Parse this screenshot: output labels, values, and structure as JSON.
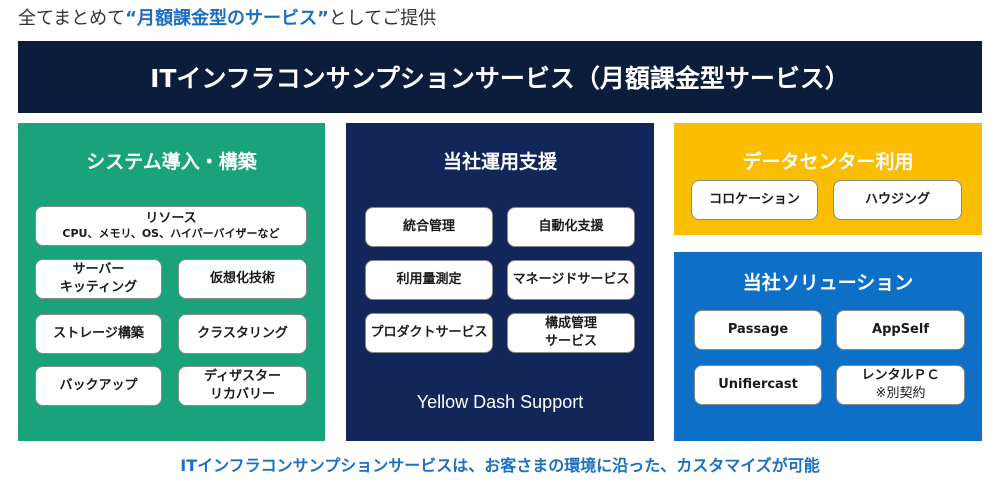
{
  "intro": {
    "prefix": "全てまとめて",
    "highlight": "“月額課金型のサービス”",
    "suffix": "としてご提供"
  },
  "banner": {
    "title": "ITインフラコンサンプションサービス（月額課金型サービス）"
  },
  "colors": {
    "navy": "#0c1c3c",
    "green": "#1aa37b",
    "dark_blue": "#13265a",
    "yellow": "#fbbd00",
    "blue": "#0d6fc6",
    "accent_text": "#1a6fc4"
  },
  "panels": {
    "system": {
      "title": "システム導入・構築",
      "resource": {
        "label": "リソース",
        "sub": "CPU、メモリ、OS、ハイパーバイザーなど"
      },
      "server_kitting": {
        "line1": "サーバー",
        "line2": "キッティング"
      },
      "virtualization": "仮想化技術",
      "storage": "ストレージ構築",
      "clustering": "クラスタリング",
      "backup": "バックアップ",
      "disaster": {
        "line1": "ディザスター",
        "line2": "リカバリー"
      }
    },
    "ops": {
      "title": "当社運用支援",
      "integrated": "統合管理",
      "automation": "自動化支援",
      "usage": "利用量測定",
      "managed": "マネージドサービス",
      "product": "プロダクトサービス",
      "config": {
        "line1": "構成管理",
        "line2": "サービス"
      },
      "support": "Yellow Dash Support"
    },
    "datacenter": {
      "title": "データセンター利用",
      "colocation": "コロケーション",
      "housing": "ハウジング"
    },
    "solutions": {
      "title": "当社ソリューション",
      "passage": "Passage",
      "appself": "AppSelf",
      "unifiercast": "Unifiercast",
      "rental": {
        "line1": "レンタルＰＣ",
        "line2": "※別契約"
      }
    }
  },
  "footer": {
    "text": "ITインフラコンサンプションサービスは、お客さまの環境に沿った、カスタマイズが可能"
  }
}
